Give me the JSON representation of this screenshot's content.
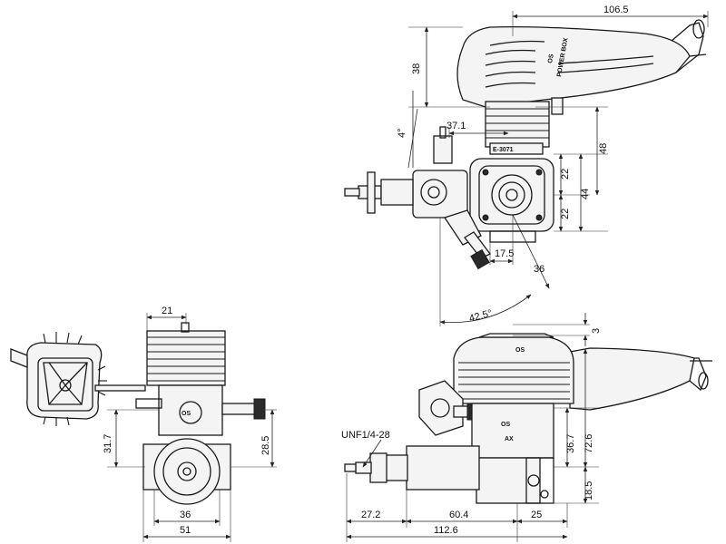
{
  "colors": {
    "line": "#1a1a1a",
    "background": "#ffffff"
  },
  "labels": {
    "thread": "UNF1/4-28",
    "muffler_brand": "POWER BOX",
    "muffler_logo": "OS",
    "model_code": "E-3071",
    "crank_logo": "OS",
    "crank_label": "AX"
  },
  "dimensions": {
    "top_width": "106.5",
    "top_height": "38",
    "angle_small": "4°",
    "offset": "37.1",
    "h_48": "48",
    "h_22a": "22",
    "h_44": "44",
    "h_22b": "22",
    "w_17_5": "17.5",
    "r_36": "36",
    "angle_large": "42.5°",
    "front_21": "21",
    "front_31_7": "31.7",
    "front_28_5": "28.5",
    "front_36": "36",
    "front_51": "51",
    "side_3": "3",
    "side_36_7": "36.7",
    "side_72_6": "72.6",
    "side_18_5": "18.5",
    "side_27_2": "27.2",
    "side_60_4": "60.4",
    "side_25": "25",
    "side_112_6": "112.6"
  }
}
